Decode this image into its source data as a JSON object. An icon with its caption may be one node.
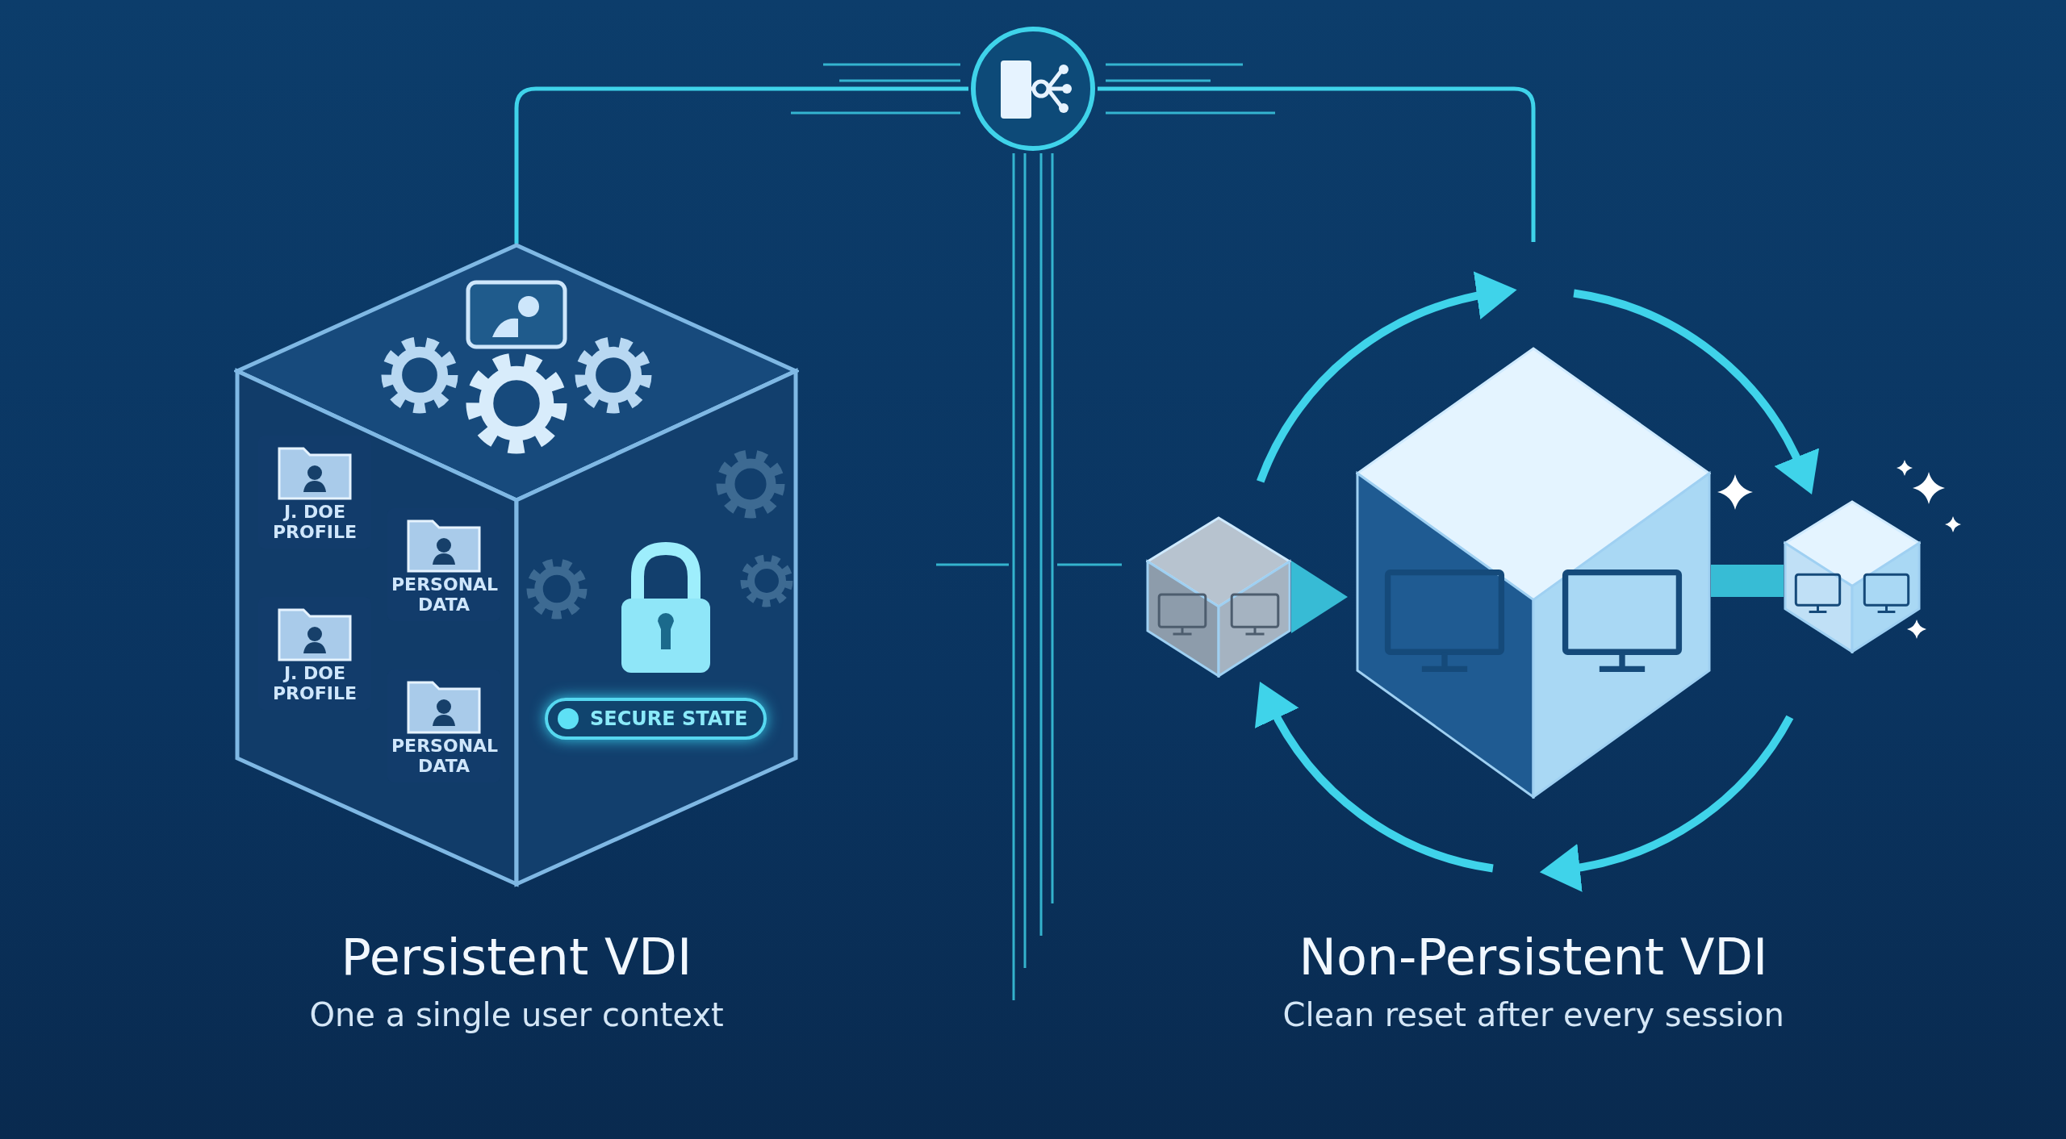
{
  "diagram": {
    "nodes": [
      {
        "text": [],
        "shape": "circle"
      },
      {
        "text": [],
        "shape": "box"
      },
      {
        "text": [
          "J. DOE PROFILE"
        ],
        "in": 1
      },
      {
        "text": [
          "PERSONAL DATA"
        ],
        "in": 1
      },
      {
        "text": [
          "J. DOE PROFILE"
        ],
        "in": 1
      },
      {
        "text": [
          "PERSONAL DATA"
        ],
        "in": 1
      },
      {
        "text": [
          "SECURE STATE"
        ],
        "in": 1
      },
      {
        "text": [],
        "shape": "box"
      },
      {
        "text": [],
        "shape": "box"
      },
      {
        "text": [],
        "shape": "box"
      }
    ],
    "edges": [
      {
        "from": 0,
        "to": 1,
        "arrow": "none"
      },
      {
        "from": 0,
        "to": null,
        "arrow": "none"
      },
      {
        "from": 7,
        "to": 8,
        "arrow": "to",
        "style": "thick"
      },
      {
        "from": 8,
        "to": 9,
        "arrow": "none",
        "style": "thick"
      }
    ],
    "labels": [
      "Persistent VDI",
      "One a single user context",
      "Non-Persistent VDI",
      "Clean reset after every session"
    ]
  }
}
